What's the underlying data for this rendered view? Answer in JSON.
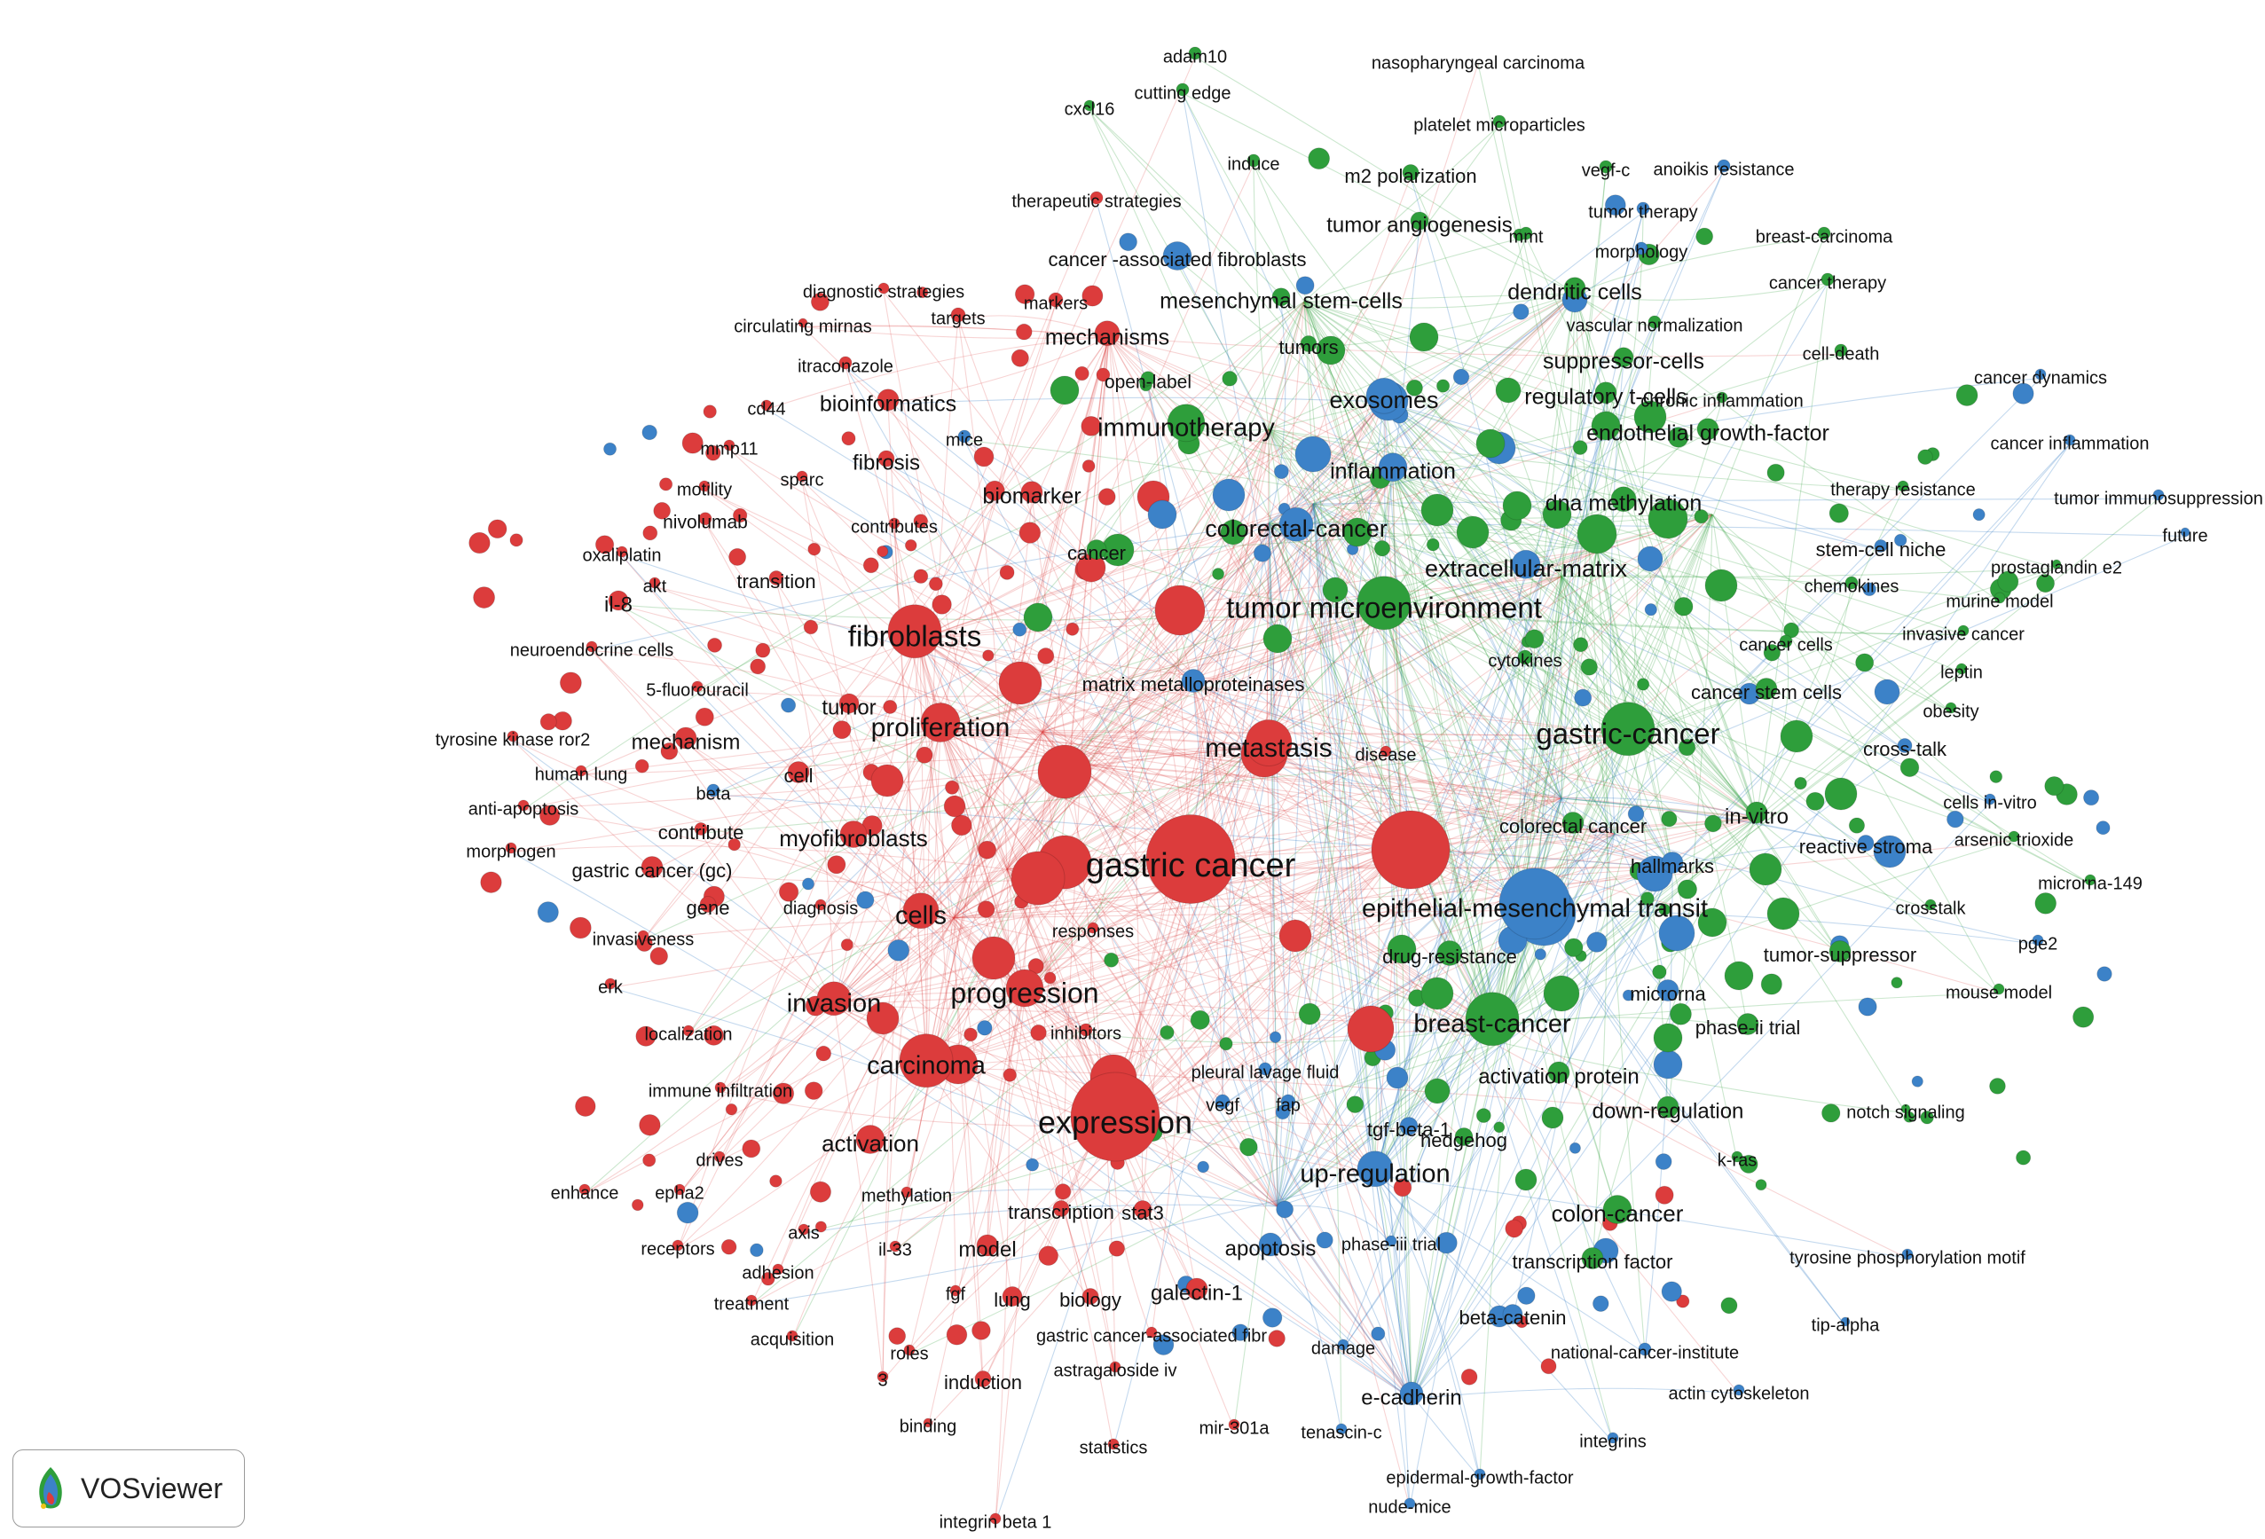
{
  "app": {
    "name": "VOSviewer"
  },
  "colors": {
    "red": "#dc3c3c",
    "green": "#2e9e3b",
    "blue": "#3c82c8"
  },
  "clusters": [
    {
      "id": "red",
      "color": "#dc3c3c"
    },
    {
      "id": "green",
      "color": "#2e9e3b"
    },
    {
      "id": "blue",
      "color": "#3c82c8"
    }
  ],
  "labels": [
    {
      "t": "adam10",
      "c": "green"
    },
    {
      "t": "cutting edge",
      "c": "green"
    },
    {
      "t": "cxcl16",
      "c": "green"
    },
    {
      "t": "nasopharyngeal carcinoma",
      "c": "green"
    },
    {
      "t": "platelet microparticles",
      "c": "green"
    },
    {
      "t": "induce",
      "c": "green"
    },
    {
      "t": "m2 polarization",
      "c": "green"
    },
    {
      "t": "vegf-c",
      "c": "green"
    },
    {
      "t": "anoikis resistance",
      "c": "blue"
    },
    {
      "t": "therapeutic strategies",
      "c": "red"
    },
    {
      "t": "tumor angiogenesis",
      "c": "green"
    },
    {
      "t": "mmt",
      "c": "green"
    },
    {
      "t": "tumor therapy",
      "c": "blue"
    },
    {
      "t": "breast-carcinoma",
      "c": "green"
    },
    {
      "t": "morphology",
      "c": "blue"
    },
    {
      "t": "cancer -associated fibroblasts",
      "c": "blue"
    },
    {
      "t": "diagnostic strategies",
      "c": "red"
    },
    {
      "t": "targets",
      "c": "red"
    },
    {
      "t": "markers",
      "c": "red"
    },
    {
      "t": "mesenchymal stem-cells",
      "c": "green"
    },
    {
      "t": "dendritic cells",
      "c": "green"
    },
    {
      "t": "cancer therapy",
      "c": "green"
    },
    {
      "t": "circulating mirnas",
      "c": "red"
    },
    {
      "t": "vascular normalization",
      "c": "green"
    },
    {
      "t": "mechanisms",
      "c": "red"
    },
    {
      "t": "tumors",
      "c": "green"
    },
    {
      "t": "cell-death",
      "c": "green"
    },
    {
      "t": "itraconazole",
      "c": "red"
    },
    {
      "t": "suppressor-cells",
      "c": "green"
    },
    {
      "t": "open-label",
      "c": "green"
    },
    {
      "t": "cancer dynamics",
      "c": "blue"
    },
    {
      "t": "cd44",
      "c": "red"
    },
    {
      "t": "bioinformatics",
      "c": "red"
    },
    {
      "t": "exosomes",
      "c": "blue"
    },
    {
      "t": "regulatory t-cells",
      "c": "green"
    },
    {
      "t": "chronic inflammation",
      "c": "green"
    },
    {
      "t": "immunotherapy",
      "c": "green"
    },
    {
      "t": "endothelial growth-factor",
      "c": "green"
    },
    {
      "t": "mmp11",
      "c": "red"
    },
    {
      "t": "mice",
      "c": "blue"
    },
    {
      "t": "cancer inflammation",
      "c": "blue"
    },
    {
      "t": "fibrosis",
      "c": "red"
    },
    {
      "t": "sparc",
      "c": "red"
    },
    {
      "t": "inflammation",
      "c": "blue"
    },
    {
      "t": "motility",
      "c": "red"
    },
    {
      "t": "biomarker",
      "c": "red"
    },
    {
      "t": "therapy resistance",
      "c": "green"
    },
    {
      "t": "tumor immunosuppression",
      "c": "blue"
    },
    {
      "t": "nivolumab",
      "c": "red"
    },
    {
      "t": "contributes",
      "c": "red"
    },
    {
      "t": "dna methylation",
      "c": "green"
    },
    {
      "t": "colorectal-cancer",
      "c": "blue"
    },
    {
      "t": "future",
      "c": "blue"
    },
    {
      "t": "oxaliplatin",
      "c": "red"
    },
    {
      "t": "cancer",
      "c": "green"
    },
    {
      "t": "stem-cell niche",
      "c": "blue"
    },
    {
      "t": "prostaglandin e2",
      "c": "green"
    },
    {
      "t": "akt",
      "c": "red"
    },
    {
      "t": "transition",
      "c": "red"
    },
    {
      "t": "extracellular-matrix",
      "c": "blue"
    },
    {
      "t": "chemokines",
      "c": "green"
    },
    {
      "t": "murine model",
      "c": "green"
    },
    {
      "t": "il-8",
      "c": "red"
    },
    {
      "t": "tumor microenvironment",
      "c": "green"
    },
    {
      "t": "invasive cancer",
      "c": "green"
    },
    {
      "t": "fibroblasts",
      "c": "red"
    },
    {
      "t": "cancer cells",
      "c": "green"
    },
    {
      "t": "neuroendocrine cells",
      "c": "red"
    },
    {
      "t": "cytokines",
      "c": "green"
    },
    {
      "t": "leptin",
      "c": "green"
    },
    {
      "t": "matrix metalloproteinases",
      "c": "blue"
    },
    {
      "t": "5-fluorouracil",
      "c": "red"
    },
    {
      "t": "cancer stem cells",
      "c": "green"
    },
    {
      "t": "tumor",
      "c": "red"
    },
    {
      "t": "obesity",
      "c": "green"
    },
    {
      "t": "proliferation",
      "c": "red"
    },
    {
      "t": "gastric-cancer",
      "c": "green"
    },
    {
      "t": "tyrosine kinase ror2",
      "c": "red"
    },
    {
      "t": "mechanism",
      "c": "red"
    },
    {
      "t": "metastasis",
      "c": "red"
    },
    {
      "t": "disease",
      "c": "red"
    },
    {
      "t": "cross-talk",
      "c": "blue"
    },
    {
      "t": "human lung",
      "c": "red"
    },
    {
      "t": "cell",
      "c": "red"
    },
    {
      "t": "beta",
      "c": "blue"
    },
    {
      "t": "in-vitro",
      "c": "green"
    },
    {
      "t": "cells in-vitro",
      "c": "blue"
    },
    {
      "t": "anti-apoptosis",
      "c": "red"
    },
    {
      "t": "contribute",
      "c": "red"
    },
    {
      "t": "myofibroblasts",
      "c": "red"
    },
    {
      "t": "colorectal cancer",
      "c": "green"
    },
    {
      "t": "reactive stroma",
      "c": "blue"
    },
    {
      "t": "arsenic trioxide",
      "c": "green"
    },
    {
      "t": "morphogen",
      "c": "red"
    },
    {
      "t": "gastric cancer (gc)",
      "c": "red"
    },
    {
      "t": "gastric cancer",
      "c": "red"
    },
    {
      "t": "hallmarks",
      "c": "blue"
    },
    {
      "t": "microrna-149",
      "c": "green"
    },
    {
      "t": "gene",
      "c": "red"
    },
    {
      "t": "diagnosis",
      "c": "red"
    },
    {
      "t": "cells",
      "c": "red"
    },
    {
      "t": "crosstalk",
      "c": "green"
    },
    {
      "t": "epithelial-mesenchymal transit",
      "c": "blue"
    },
    {
      "t": "responses",
      "c": "red"
    },
    {
      "t": "invasiveness",
      "c": "red"
    },
    {
      "t": "pge2",
      "c": "blue"
    },
    {
      "t": "drug-resistance",
      "c": "green"
    },
    {
      "t": "tumor-suppressor",
      "c": "green"
    },
    {
      "t": "erk",
      "c": "red"
    },
    {
      "t": "progression",
      "c": "red"
    },
    {
      "t": "microrna",
      "c": "blue"
    },
    {
      "t": "mouse model",
      "c": "green"
    },
    {
      "t": "invasion",
      "c": "red"
    },
    {
      "t": "localization",
      "c": "red"
    },
    {
      "t": "inhibitors",
      "c": "red"
    },
    {
      "t": "breast-cancer",
      "c": "green"
    },
    {
      "t": "phase-ii trial",
      "c": "green"
    },
    {
      "t": "carcinoma",
      "c": "red"
    },
    {
      "t": "pleural lavage fluid",
      "c": "blue"
    },
    {
      "t": "activation protein",
      "c": "green"
    },
    {
      "t": "immune infiltration",
      "c": "red"
    },
    {
      "t": "vegf",
      "c": "blue"
    },
    {
      "t": "fap",
      "c": "blue"
    },
    {
      "t": "down-regulation",
      "c": "green"
    },
    {
      "t": "notch signaling",
      "c": "green"
    },
    {
      "t": "expression",
      "c": "red"
    },
    {
      "t": "tgf-beta-1",
      "c": "blue"
    },
    {
      "t": "hedgehog",
      "c": "green"
    },
    {
      "t": "activation",
      "c": "red"
    },
    {
      "t": "k-ras",
      "c": "green"
    },
    {
      "t": "drives",
      "c": "red"
    },
    {
      "t": "up-regulation",
      "c": "blue"
    },
    {
      "t": "enhance",
      "c": "red"
    },
    {
      "t": "methylation",
      "c": "red"
    },
    {
      "t": "epha2",
      "c": "red"
    },
    {
      "t": "transcription",
      "c": "red"
    },
    {
      "t": "stat3",
      "c": "red"
    },
    {
      "t": "colon-cancer",
      "c": "green"
    },
    {
      "t": "axis",
      "c": "red"
    },
    {
      "t": "receptors",
      "c": "red"
    },
    {
      "t": "il-33",
      "c": "red"
    },
    {
      "t": "model",
      "c": "red"
    },
    {
      "t": "apoptosis",
      "c": "blue"
    },
    {
      "t": "phase-iii trial",
      "c": "blue"
    },
    {
      "t": "tyrosine phosphorylation motif",
      "c": "blue"
    },
    {
      "t": "adhesion",
      "c": "red"
    },
    {
      "t": "transcription factor",
      "c": "green"
    },
    {
      "t": "fgf",
      "c": "red"
    },
    {
      "t": "lung",
      "c": "red"
    },
    {
      "t": "biology",
      "c": "red"
    },
    {
      "t": "galectin-1",
      "c": "red"
    },
    {
      "t": "treatment",
      "c": "red"
    },
    {
      "t": "beta-catenin",
      "c": "blue"
    },
    {
      "t": "tip-alpha",
      "c": "blue"
    },
    {
      "t": "acquisition",
      "c": "red"
    },
    {
      "t": "gastric cancer-associated fibr",
      "c": "red"
    },
    {
      "t": "roles",
      "c": "red"
    },
    {
      "t": "damage",
      "c": "blue"
    },
    {
      "t": "national-cancer-institute",
      "c": "blue"
    },
    {
      "t": "astragaloside iv",
      "c": "red"
    },
    {
      "t": "3",
      "c": "red"
    },
    {
      "t": "induction",
      "c": "red"
    },
    {
      "t": "e-cadherin",
      "c": "blue"
    },
    {
      "t": "actin cytoskeleton",
      "c": "blue"
    },
    {
      "t": "binding",
      "c": "red"
    },
    {
      "t": "mir-301a",
      "c": "red"
    },
    {
      "t": "tenascin-c",
      "c": "blue"
    },
    {
      "t": "integrins",
      "c": "blue"
    },
    {
      "t": "statistics",
      "c": "red"
    },
    {
      "t": "epidermal-growth-factor",
      "c": "blue"
    },
    {
      "t": "nude-mice",
      "c": "blue"
    },
    {
      "t": "integrin beta 1",
      "c": "red"
    }
  ]
}
